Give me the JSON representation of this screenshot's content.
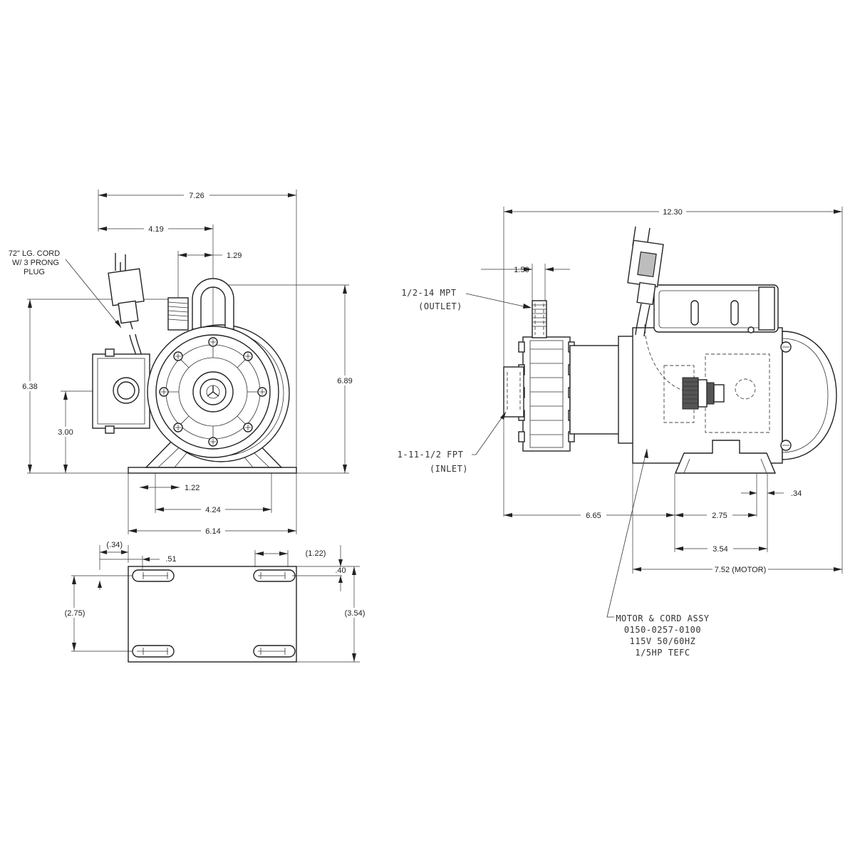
{
  "front_view": {
    "cord_note": [
      "72\" LG. CORD",
      "W/ 3 PRONG",
      "PLUG"
    ],
    "dims": {
      "overall_width": "7.26",
      "to_shaft": "4.19",
      "outlet_offset": "1.29",
      "height_left": "6.38",
      "height_right": "6.89",
      "inlet_height": "3.00",
      "foot_offset": "1.22",
      "foot_spacing": "4.24",
      "base_width": "6.14"
    }
  },
  "base_view": {
    "dims": {
      "slot_edge": "(.34)",
      "slot_length": ".51",
      "slot_right": "(1.22)",
      "slot_top": ".40",
      "slot_spacing": "(2.75)",
      "base_depth": "(3.54)"
    }
  },
  "side_view": {
    "outlet_note": [
      "1/2-14 MPT",
      "(OUTLET)"
    ],
    "inlet_note": [
      "1-11-1/2 FPT",
      "(INLET)"
    ],
    "motor_note": [
      "MOTOR & CORD ASSY",
      "0150-0257-0100",
      "115V 50/60HZ",
      "1/5HP TEFC"
    ],
    "dims": {
      "overall_length": "12.30",
      "outlet_offset": "1.50",
      "to_foot": "6.65",
      "foot_spacing": "2.75",
      "foot_end": ".34",
      "base_length": "3.54",
      "motor_length": "7.52 (MOTOR)"
    }
  }
}
